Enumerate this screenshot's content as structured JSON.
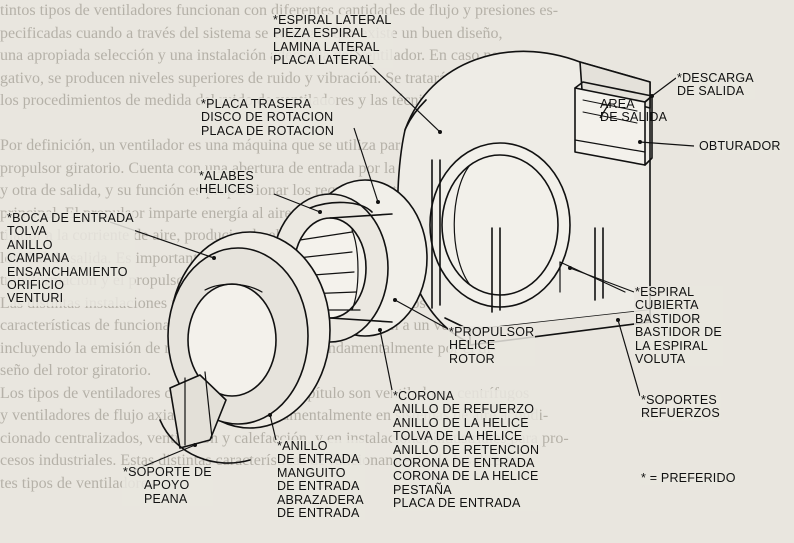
{
  "background_text": [
    "tintos tipos de ventiladores funcionan con diferentes cantidades de flujo y presiones es-",
    "pecificadas cuando a través del sistema se consigue que existe un buen diseño,",
    "una apropiada selección y una instalación adecuada del ventilador. En caso ne-",
    "gativo, se producen niveles superiores de ruido y vibración. Se tratarán también",
    "los procedimientos de medida del ruido de ventiladores y las técnicas para su control.",
    "",
    "Por definición, un ventilador es una máquina que se utiliza para mover aire gracias a un",
    "propulsor giratorio. Cuenta con una abertura de entrada por la que el aire entra y sale en forma",
    "y otra de salida, y su función es proporcionar los requerimientos de consumo de una sección",
    "principal. El propulsor imparte energía al aire mediante la transmisión mecánica desde el eje. Ven-",
    "tilador a la corriente de aire, produciendo el movimiento de la masa de aire a través de la veloci-",
    "locidad de salida. Es importante el diseño de la boca de entrada y la forma de la cubierta en la",
    "transformación y el propulsor giratorio.",
    "Las distintas instalaciones utilizan un propulsor de diferentes tipos con distintas",
    "características de funcionamiento; estas características afectan a un ventilador,",
    "incluyendo la emisión de ruido que se determina fundamentalmente por el di-",
    "seño del rotor giratorio.",
    "Los tipos de ventiladores con que cuenta este capítulo son ventiladores centrífugos",
    "y ventiladores de flujo axial, utilizados fundamentalmente en sistemas de aire acondi-",
    "cionado centralizados, ventilación y calefacción, y en instalaciones industriales para pro-",
    "cesos industriales. Estas distintas características de funcionamiento de los diferen-",
    "tes tipos de ventiladores"
  ],
  "labels": {
    "espiral_lateral": [
      "*ESPIRAL LATERAL",
      "PIEZA ESPIRAL",
      "LAMINA LATERAL",
      "PLACA LATERAL"
    ],
    "descarga": [
      "*DESCARGA",
      "DE SALIDA"
    ],
    "area_salida": [
      "AREA",
      "DE SALIDA"
    ],
    "obturador": [
      "OBTURADOR"
    ],
    "placa_trasera": [
      "*PLACA TRASERA",
      "DISCO DE ROTACION",
      "PLACA DE ROTACION"
    ],
    "alabes": [
      "*ALABES",
      "HELICES"
    ],
    "boca_entrada": [
      "*BOCA DE ENTRADA",
      "TOLVA",
      "ANILLO",
      "CAMPANA",
      "ENSANCHAMIENTO",
      "ORIFICIO",
      "VENTURI"
    ],
    "espiral": [
      "*ESPIRAL",
      "CUBIERTA",
      "BASTIDOR",
      "BASTIDOR DE",
      "LA ESPIRAL",
      "VOLUTA"
    ],
    "propulsor": [
      "*PROPULSOR",
      "HELICE",
      "ROTOR"
    ],
    "soportes": [
      "*SOPORTES",
      "REFUERZOS"
    ],
    "corona": [
      "*CORONA",
      "ANILLO DE REFUERZO",
      "ANILLO DE LA HELICE",
      "TOLVA DE LA HELICE",
      "ANILLO DE RETENCION",
      "CORONA DE ENTRADA",
      "CORONA DE LA HELICE",
      "PESTAÑA",
      "PLACA DE ENTRADA"
    ],
    "anillo_entrada": [
      "*ANILLO",
      "DE ENTRADA",
      "MANGUITO",
      "DE ENTRADA",
      "ABRAZADERA",
      "DE ENTRADA"
    ],
    "soporte_apoyo": [
      "*SOPORTE DE",
      "APOYO",
      "PEANA"
    ],
    "legend": "* = PREFERIDO"
  }
}
